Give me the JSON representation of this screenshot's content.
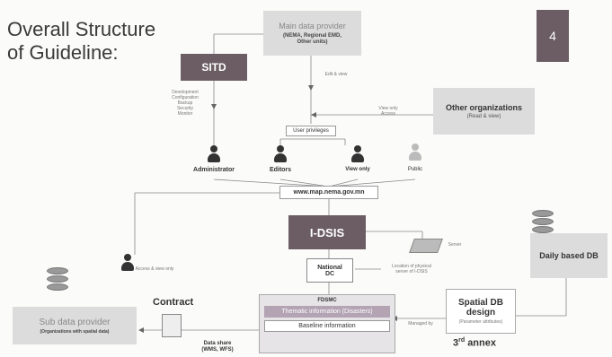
{
  "title": {
    "line1": "Overall Structure",
    "line2": "of Guideline:"
  },
  "page_number": "4",
  "main_provider": {
    "title": "Main data provider",
    "subtitle": "(NEMA, Regional EMD,\nOther units)"
  },
  "edit_view_label": "Edit & view",
  "sitd": {
    "title": "SITD",
    "duties": "Development\nConfiguration\nBackup\nSecurity\nMonitor"
  },
  "other_org": {
    "title": "Other organizations",
    "subtitle": "(Read & view)"
  },
  "view_access_label": "View only\nAccess",
  "user_privileges": "User privileges",
  "roles": [
    "Administrator",
    "Editors",
    "View only",
    "Public"
  ],
  "url": "www.map.nema.gov.mn",
  "idsis": "I-DSIS",
  "server_label": "Server",
  "server_location": "Location of physical\nserver of I-DSIS",
  "national_dc": {
    "line1": "National",
    "line2": "DC"
  },
  "daily_db": "Daily based DB",
  "access_view_label": "Access & view only",
  "sub_provider": {
    "title": "Sub data provider",
    "subtitle": "(Organizations with spatial data)"
  },
  "contract": "Contract",
  "data_share": {
    "line1": "Data share",
    "line2": "(WMS, WFS)"
  },
  "fdsmc": {
    "title": "FDSMC",
    "items": [
      "Thematic information (Disasters)",
      "Baseline information"
    ]
  },
  "managed_by": "Managed by",
  "spatial_db": {
    "line1": "Spatial DB",
    "line2": "design",
    "subtitle": "(Parameter attributes)"
  },
  "annex": {
    "num": "3",
    "sup": "rd",
    "word": "annex"
  },
  "colors": {
    "slate": "#6b5d63",
    "grey_box": "#dcdcdc",
    "fdsmc_bg": "#e6e4e6",
    "fdsmc_inner": "#b3a3b3"
  }
}
